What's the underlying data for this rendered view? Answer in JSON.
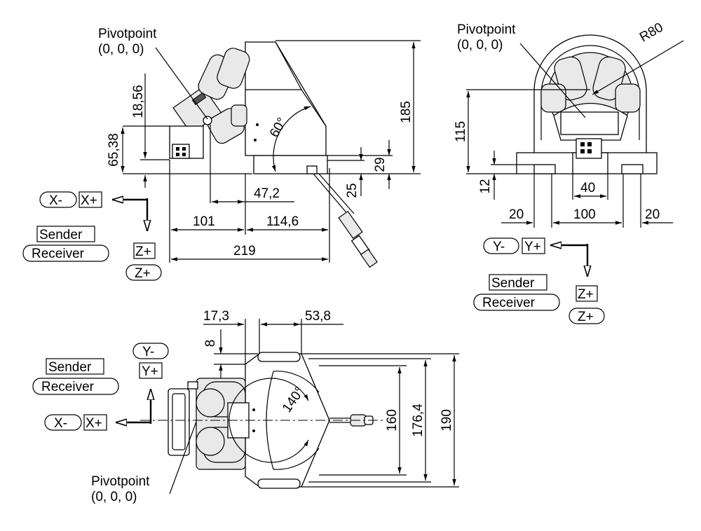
{
  "pivot": {
    "label": "Pivotpoint",
    "coords": "(0, 0, 0)"
  },
  "legend": {
    "sender": "Sender",
    "receiver": "Receiver"
  },
  "axes": {
    "x_minus": "X-",
    "x_plus": "X+",
    "y_minus": "Y-",
    "y_plus": "Y+",
    "z_plus": "Z+"
  },
  "side_view": {
    "dim_185": "185",
    "dim_18_56": "18,56",
    "dim_65_38": "65,38",
    "dim_29": "29",
    "dim_25": "25",
    "dim_47_2": "47,2",
    "dim_101": "101",
    "dim_114_6": "114,6",
    "dim_219": "219",
    "angle_60": "60°"
  },
  "front_view": {
    "radius": "R80",
    "dim_115": "115",
    "dim_12": "12",
    "dim_40": "40",
    "dim_20_left": "20",
    "dim_100": "100",
    "dim_20_right": "20"
  },
  "top_view": {
    "dim_17_3": "17,3",
    "dim_53_8": "53,8",
    "dim_8": "8",
    "dim_160": "160",
    "dim_176_4": "176,4",
    "dim_190": "190",
    "angle_140": "140°"
  }
}
